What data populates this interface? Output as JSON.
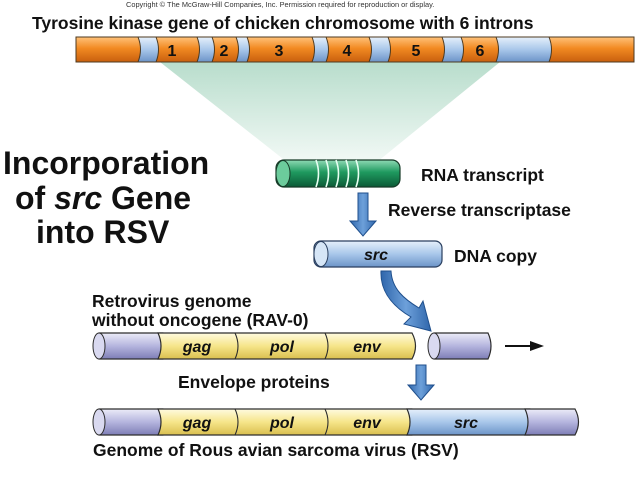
{
  "copyright": "Copyright © The McGraw-Hill Companies, Inc. Permission required for reproduction or display.",
  "chromosome": {
    "title": "Tyrosine kinase gene of chicken chromosome with 6 introns",
    "segments": [
      "1",
      "2",
      "3",
      "4",
      "5",
      "6"
    ]
  },
  "heading": {
    "line1": "Incorporation",
    "line2_pre": "of ",
    "line2_em": "src",
    "line2_post": " Gene",
    "line3": "into RSV"
  },
  "labels": {
    "rna_transcript": "RNA transcript",
    "reverse_transcriptase": "Reverse transcriptase",
    "dna_copy": "DNA copy",
    "src_gene": "src",
    "retrovirus_line1": "Retrovirus genome",
    "retrovirus_line2": "without oncogene (RAV-0)",
    "envelope_proteins": "Envelope proteins",
    "rsv_genome": "Genome of Rous avian sarcoma virus (RSV)"
  },
  "rav_genes": [
    "gag",
    "pol",
    "env"
  ],
  "rsv_genes": [
    "gag",
    "pol",
    "env",
    "src"
  ],
  "colors": {
    "chromosome_orange": "#f08a24",
    "intron_blue": "#aac8ea",
    "rna_green": "#1e9a5e",
    "dna_blue": "#8fb6e6",
    "gene_yellow": "#f6e58c",
    "ltr_purple": "#b3b3dd",
    "arrow_blue": "#4d86c7",
    "cone_green": "#d3ece2"
  }
}
